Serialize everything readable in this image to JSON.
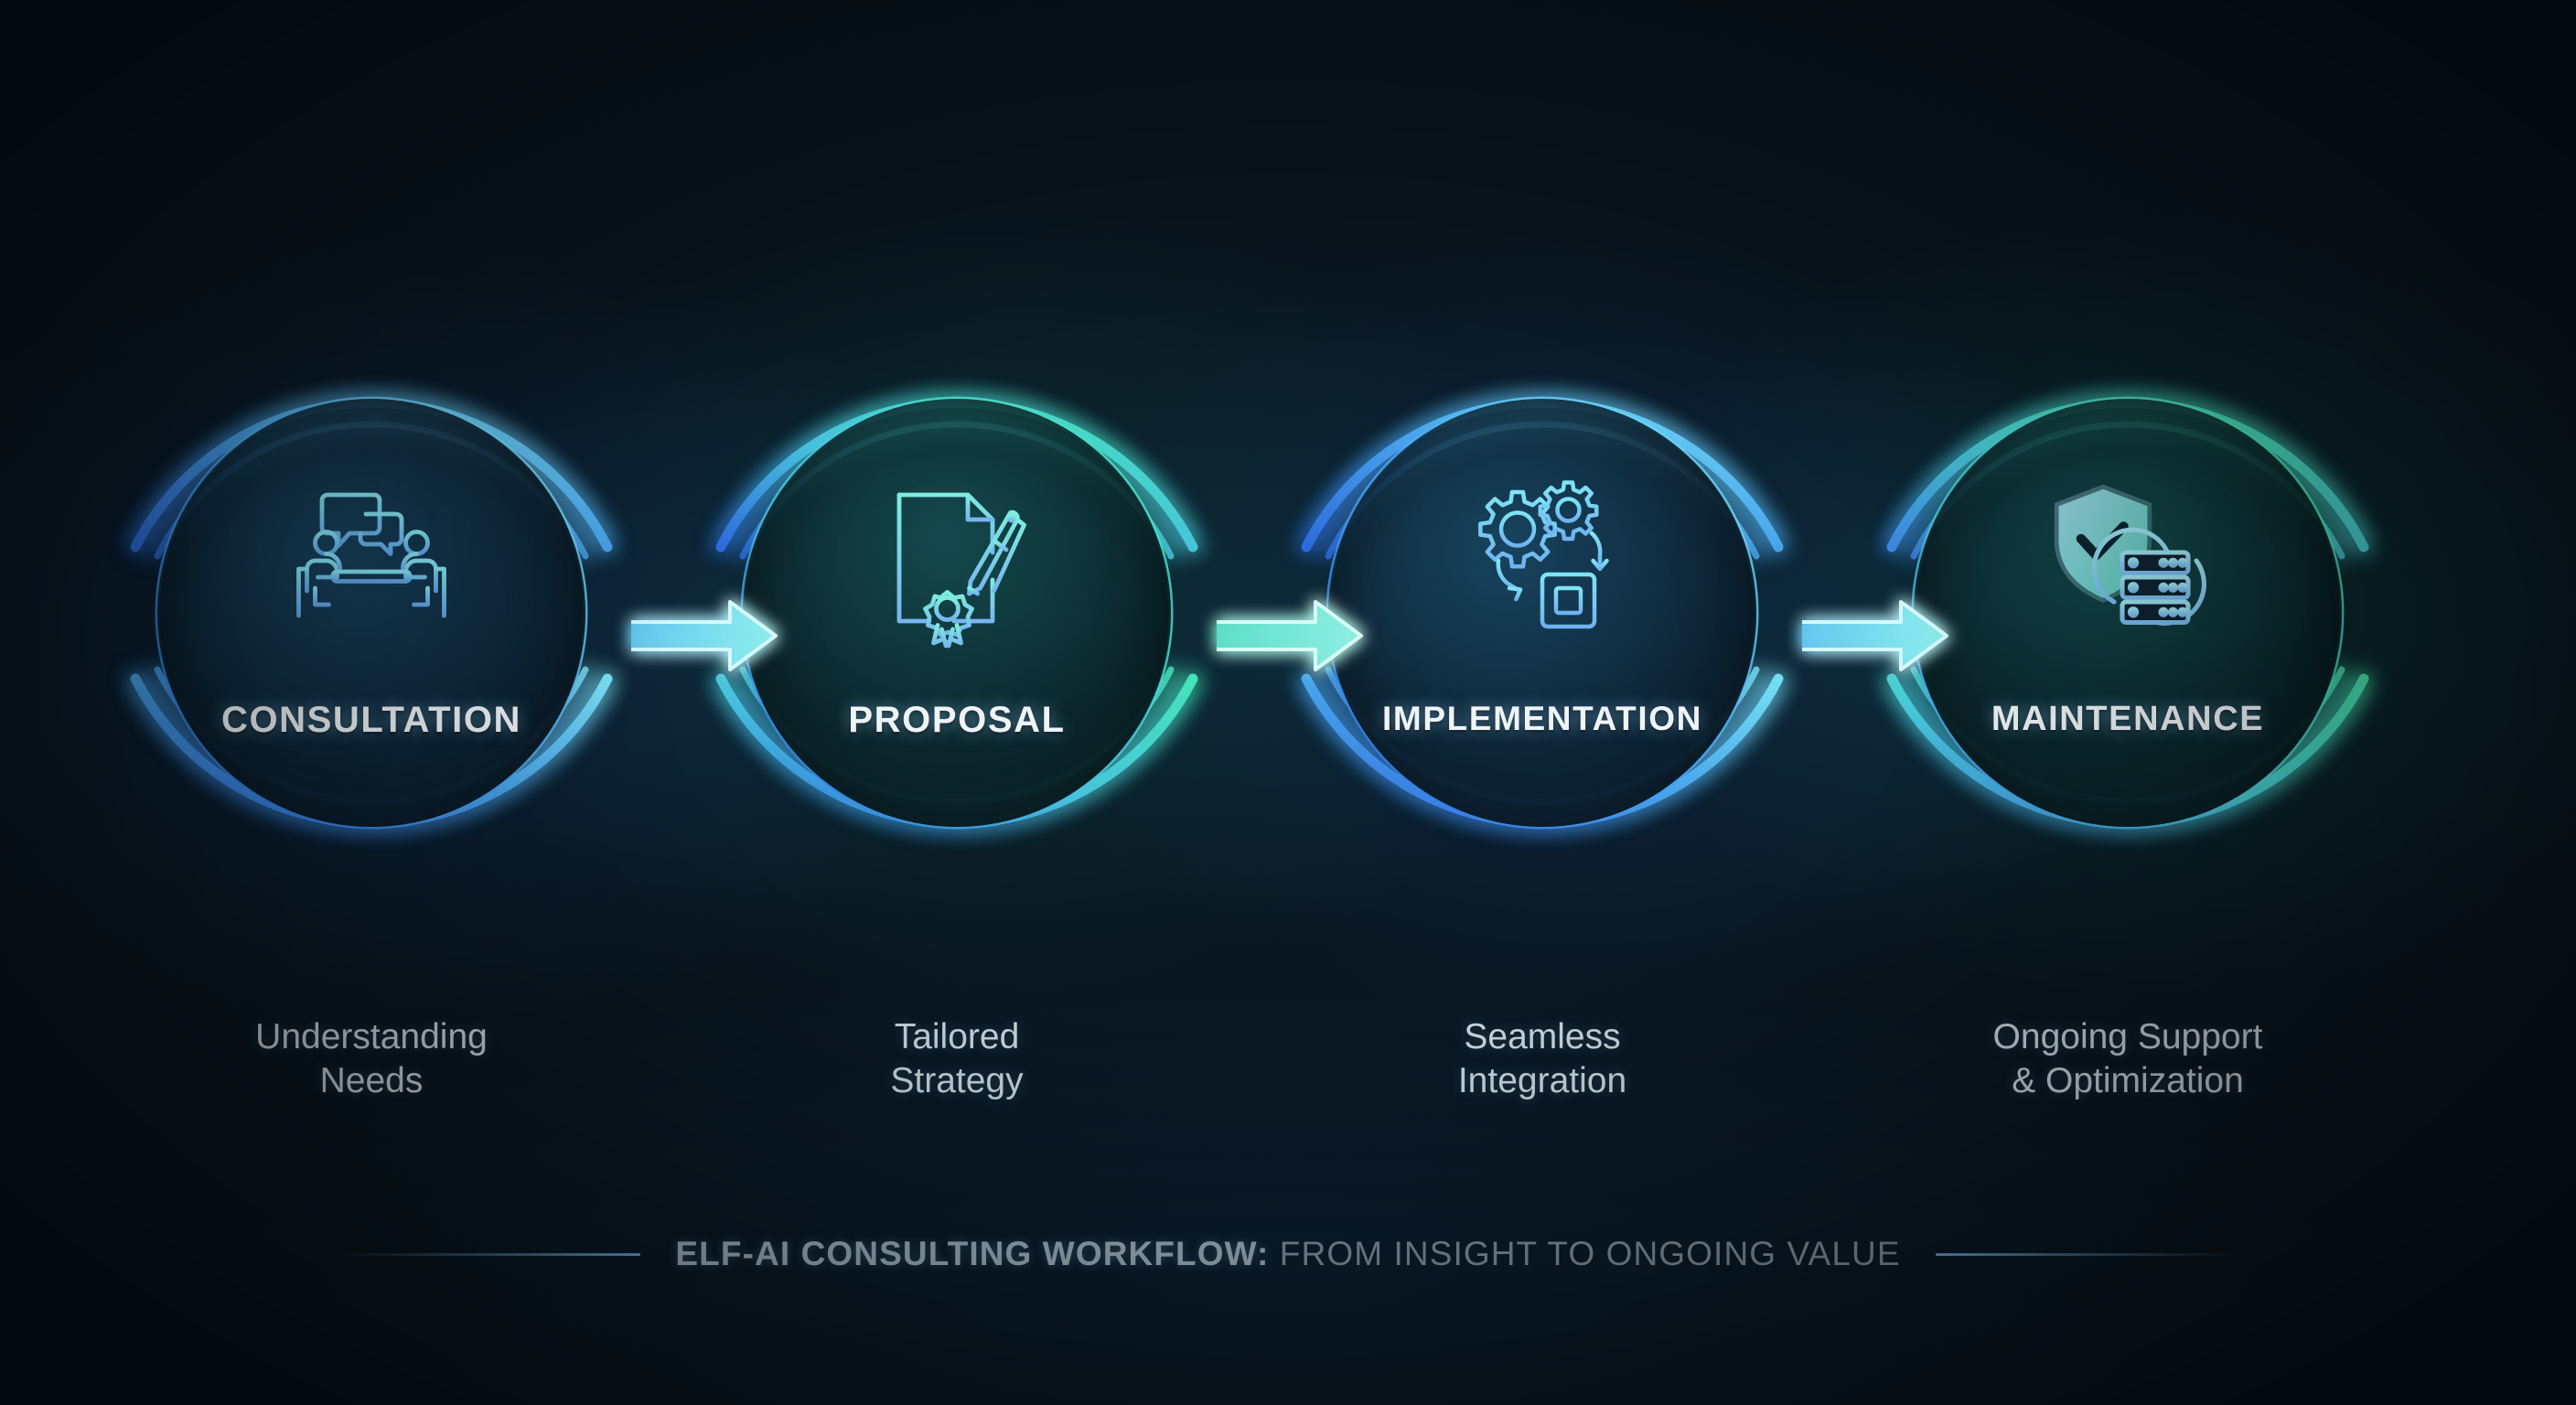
{
  "background": {
    "color": "#0a1620"
  },
  "palette": {
    "blue": "#4aa8f0",
    "cyan": "#6fe3f5",
    "teal": "#45e0c0",
    "green": "#4ce0b0",
    "title_text": "#eef4f8",
    "caption_text": "#c6d2da",
    "footer_strong": "#9fb2bf",
    "footer_light": "#7f919e"
  },
  "steps": [
    {
      "id": "consultation",
      "title": "CONSULTATION",
      "caption_line1": "Understanding",
      "caption_line2": "Needs",
      "icon": "people-meeting-speech-bubbles-icon",
      "ring_start_color": "#3f7fe8",
      "ring_end_color": "#5fd7f4"
    },
    {
      "id": "proposal",
      "title": "PROPOSAL",
      "caption_line1": "Tailored",
      "caption_line2": "Strategy",
      "icon": "document-seal-pen-icon",
      "ring_start_color": "#3f86ea",
      "ring_end_color": "#46e3bd"
    },
    {
      "id": "implementation",
      "title": "IMPLEMENTATION",
      "caption_line1": "Seamless",
      "caption_line2": "Integration",
      "icon": "gears-cpu-chip-icon",
      "ring_start_color": "#3f7fe8",
      "ring_end_color": "#63d8f2"
    },
    {
      "id": "maintenance",
      "title": "MAINTENANCE",
      "caption_line1": "Ongoing Support",
      "caption_line2": "& Optimization",
      "icon": "shield-check-server-refresh-icon",
      "ring_start_color": "#3f8ae8",
      "ring_end_color": "#46e3b4"
    }
  ],
  "connectors": [
    {
      "id": "arrow-1",
      "icon": "arrow-right-icon"
    },
    {
      "id": "arrow-2",
      "icon": "arrow-right-icon"
    },
    {
      "id": "arrow-3",
      "icon": "arrow-right-icon"
    }
  ],
  "footer": {
    "strong": "ELF-AI CONSULTING WORKFLOW:",
    "light": " FROM INSIGHT TO ONGOING VALUE"
  }
}
